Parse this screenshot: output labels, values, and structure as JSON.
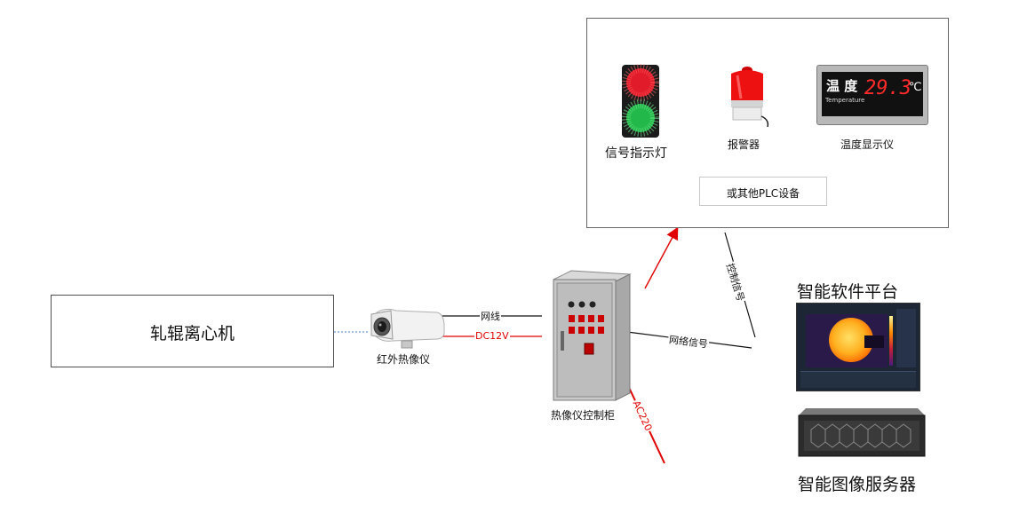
{
  "machine": {
    "label": "轧辊离心机"
  },
  "camera": {
    "label": "红外热像仪"
  },
  "cabinet": {
    "label": "热像仪控制柜"
  },
  "links": {
    "network_cable": "网线",
    "dc_power": "DC12V",
    "ac_power": "AC220",
    "network_signal": "网络信号",
    "control_signal": "控制信号"
  },
  "devices_panel": {
    "signal_light": "信号指示灯",
    "alarm": "报警器",
    "temp_display": "温度显示仪",
    "temp_display_big": "温 度",
    "temp_display_small": "Temperature",
    "temp_value": "29.3",
    "temp_unit": "℃",
    "other_plc": "或其他PLC设备"
  },
  "software": {
    "title": "智能软件平台"
  },
  "server": {
    "title": "智能图像服务器"
  },
  "colors": {
    "red_line": "#e00000",
    "black_line": "#111111",
    "blue_dotted": "#4a7fd0"
  }
}
